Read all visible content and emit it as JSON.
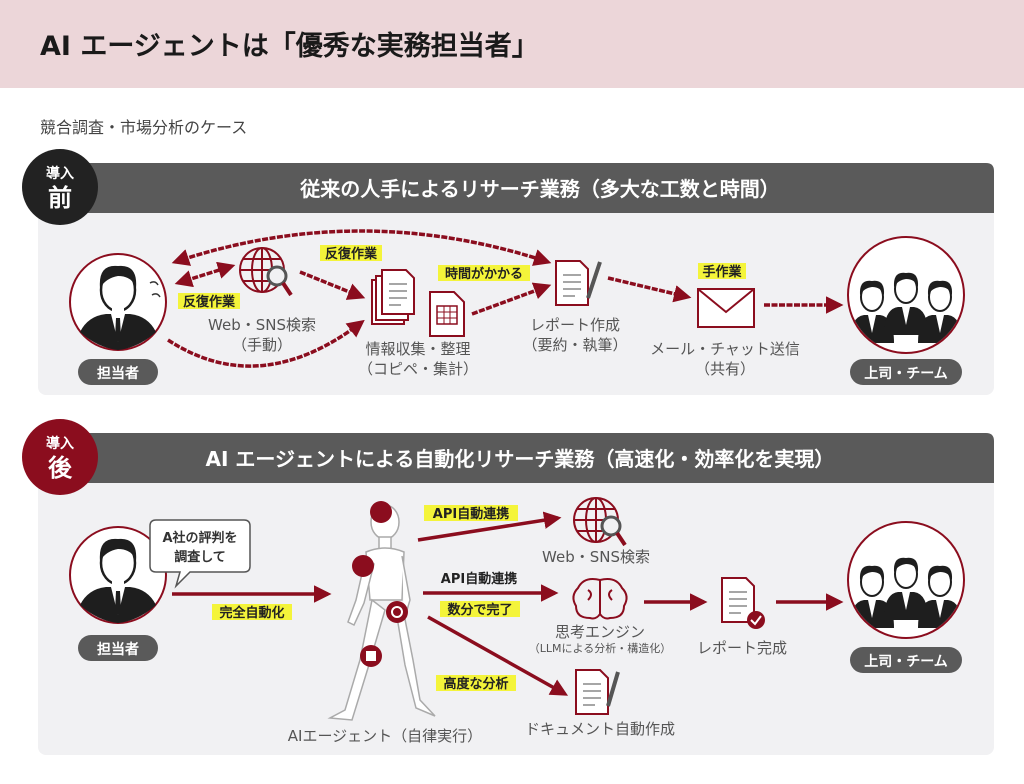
{
  "header": {
    "title": "AI エージェントは「優秀な実務担当者」"
  },
  "subtitle": "競合調査・市場分析のケース",
  "colors": {
    "accent": "#8b0d1e",
    "header_band": "#ecd6d9",
    "panel": "#f1f1f3",
    "bar": "#5a5a5a",
    "highlight": "#f4f43a"
  },
  "before": {
    "badge_small": "導入",
    "badge_large": "前",
    "bar_title": "従来の人手によるリサーチ業務（多大な工数と時間）",
    "person_label": "担当者",
    "steps": [
      {
        "icon": "globe-search-icon",
        "line1": "Web・SNS検索",
        "line2": "（手動）"
      },
      {
        "icon": "documents-icon",
        "line1": "情報収集・整理",
        "line2": "（コピペ・集計）"
      },
      {
        "icon": "report-pen-icon",
        "line1": "レポート作成",
        "line2": "（要約・執筆）"
      },
      {
        "icon": "envelope-icon",
        "line1": "メール・チャット送信",
        "line2": "（共有）"
      }
    ],
    "highlights": [
      "反復作業",
      "反復作業",
      "時間がかかる",
      "手作業"
    ],
    "team_label": "上司・チーム"
  },
  "after": {
    "badge_small": "導入",
    "badge_large": "後",
    "bar_title": "AI エージェントによる自動化リサーチ業務（高速化・効率化を実現）",
    "person_label": "担当者",
    "speech_line1": "A社の評判を",
    "speech_line2": "調査して",
    "auto_label": "完全自動化",
    "agent_label": "AIエージェント（自律実行）",
    "arrow_labels": [
      "API自動連携",
      "API自動連携",
      "数分で完了",
      "高度な分析"
    ],
    "targets": [
      {
        "icon": "globe-search-icon",
        "line1": "Web・SNS検索"
      },
      {
        "icon": "brain-icon",
        "line1": "思考エンジン",
        "line2": "（LLMによる分析・構造化）"
      },
      {
        "icon": "document-pen-icon",
        "line1": "ドキュメント自動作成"
      }
    ],
    "report_label": "レポート完成",
    "team_label": "上司・チーム"
  }
}
